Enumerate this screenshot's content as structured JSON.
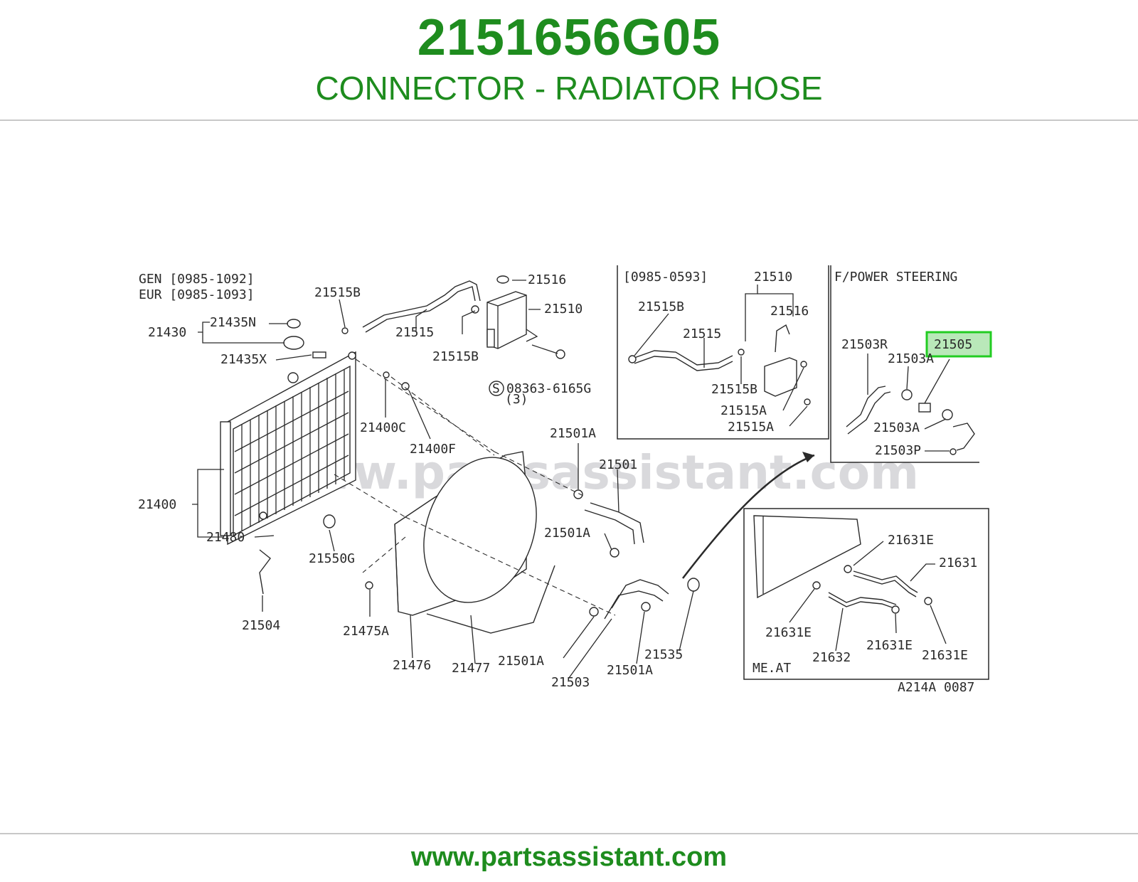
{
  "header": {
    "part_number": "2151656G05",
    "description": "CONNECTOR - RADIATOR HOSE"
  },
  "footer": {
    "url": "www.partsassistant.com"
  },
  "diagram": {
    "watermark": "www.partsassistant.com",
    "drawing_code": "A214A 0087",
    "highlighted_part": "21505",
    "highlight_color": "#22cc22",
    "main_view": {
      "notes": [
        "GEN [0985-1092]",
        "EUR [0985-1093]"
      ],
      "labels": [
        "21515B",
        "21516",
        "21510",
        "21435N",
        "21430",
        "21515",
        "21515B",
        "21435X",
        "08363-6165G",
        "(3)",
        "21400C",
        "21400F",
        "21501A",
        "21501",
        "21400",
        "21501A",
        "21480",
        "21550G",
        "21504",
        "21475A",
        "21476",
        "21477",
        "21501A",
        "21503",
        "21501A",
        "21535"
      ]
    },
    "inset_1": {
      "note": "[0985-0593]",
      "labels": [
        "21510",
        "21515B",
        "21516",
        "21515",
        "21515B",
        "21515A",
        "21515A"
      ]
    },
    "inset_2": {
      "note": "F/POWER STEERING",
      "labels": [
        "21503R",
        "21505",
        "21503A",
        "21503A",
        "21503P"
      ]
    },
    "inset_3": {
      "note": "ME.AT",
      "labels": [
        "21631E",
        "21631",
        "21631E",
        "21632",
        "21631E",
        "21631E"
      ]
    }
  }
}
